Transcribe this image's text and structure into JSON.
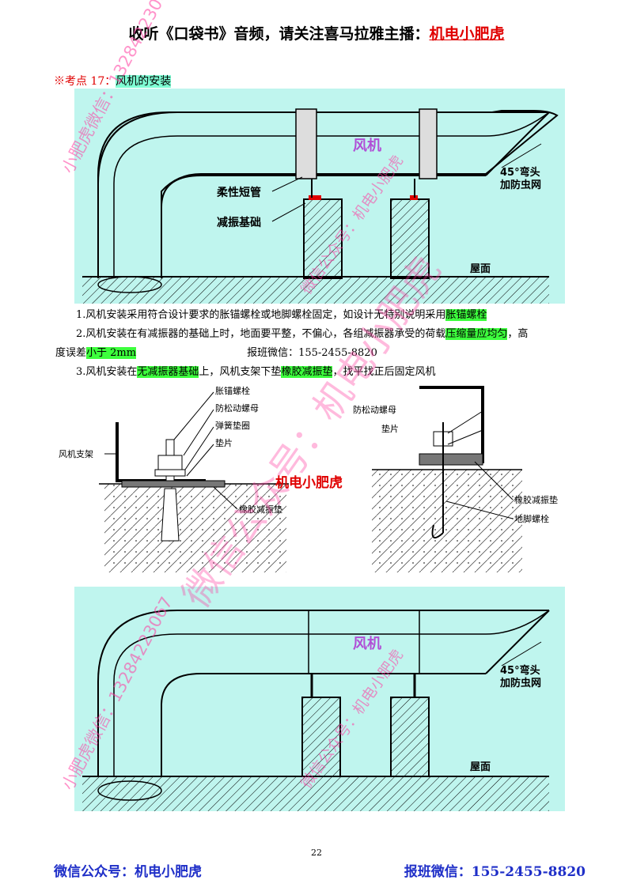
{
  "header": {
    "text": "收听《口袋书》音频，请关注喜马拉雅主播：",
    "highlight": "机电小肥虎"
  },
  "section": {
    "prefix": "※考点 17：",
    "title": "风机的安装"
  },
  "diagram_top": {
    "fan": "风机",
    "flex": "柔性短管",
    "base": "减振基础",
    "elbow1": "45°弯头",
    "elbow2": "加防虫网",
    "roof": "屋面"
  },
  "items": {
    "i1a": "1.风机安装采用符合设计要求的胀锚螺栓或地脚螺栓固定，如设计无特别说明采用",
    "i1b": "胀锚螺栓",
    "i2a": "2.风机安装在有减振器的基础上时，地面要平整，不偏心，各组减振器承受的荷载",
    "i2b": "压缩量应均匀",
    "i2c": "，高",
    "i2d": "度误差",
    "i2e": "小于 2mm",
    "i2f": "报班微信：155-2455-8820",
    "i3a": "3.风机安装在",
    "i3b": "无减振器基础",
    "i3c": "上，风机支架下垫",
    "i3d": "橡胶减振垫",
    "i3e": "，找平找正后固定风机"
  },
  "diagram_mid": {
    "bolt": "胀锚螺栓",
    "nut": "防松动螺母",
    "washer": "弹簧垫圈",
    "pad": "垫片",
    "bracket": "风机支架",
    "rubber": "橡胶减振垫",
    "brand": "机电小肥虎",
    "nut2": "防松动螺母",
    "pad2": "垫片",
    "rubber2": "橡胶减振垫",
    "anchor": "地脚螺栓"
  },
  "diagram_bottom": {
    "fan": "风机",
    "elbow1": "45°弯头",
    "elbow2": "加防虫网",
    "roof": "屋面"
  },
  "watermarks": {
    "wx": "小肥虎微信：13284223067",
    "gzh": "微信公众号：机电小肥虎",
    "big": "微信公众号：机电小肥虎"
  },
  "page_number": "22",
  "footer": {
    "left": "微信公众号：机电小肥虎",
    "right": "报班微信：155-2455-8820"
  },
  "colors": {
    "panel": "#bff5ee",
    "highlight": "#3dff3d",
    "red": "#e00000",
    "footer": "#1f2fc8"
  }
}
